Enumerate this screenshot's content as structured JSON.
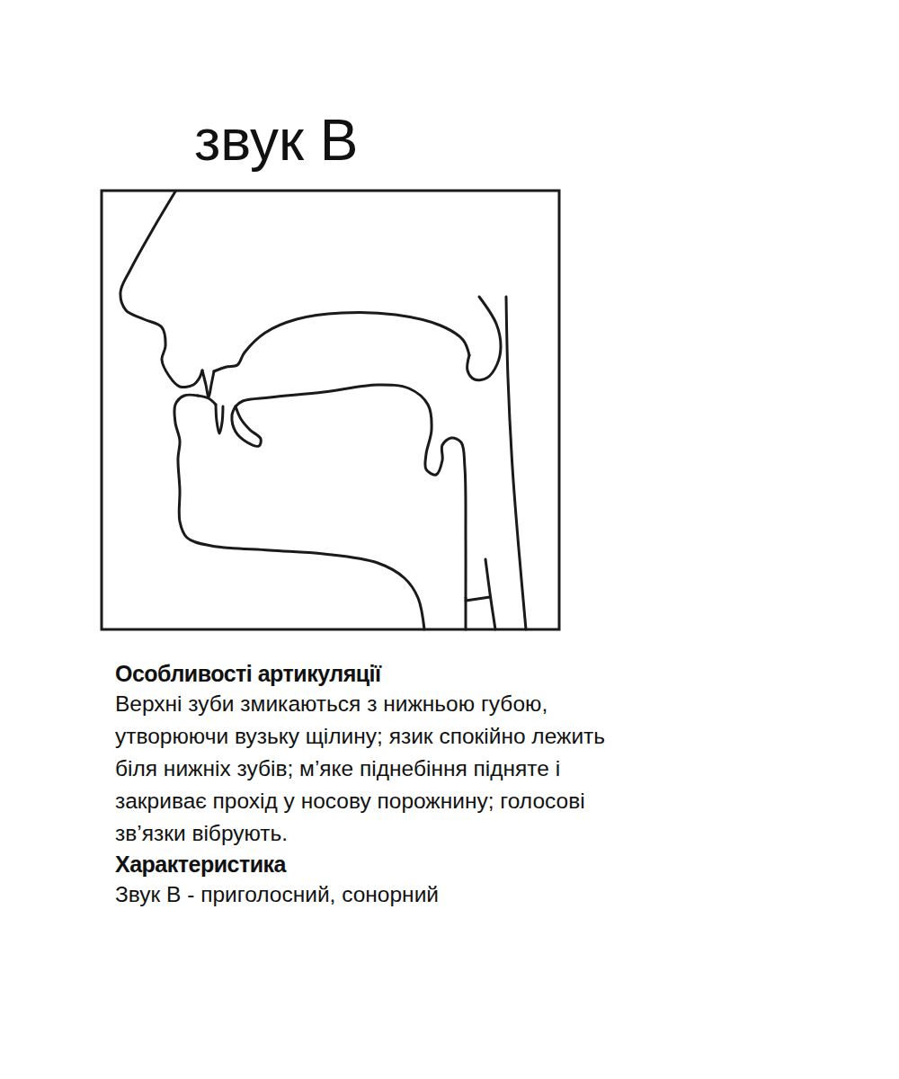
{
  "diagram": {
    "title": "звук В",
    "labels": [
      "Особливості артикуляції",
      "Верхні зуби змикаються з нижньою губою, утворюючи вузьку щілину; язик спокійно лежить біля нижніх зубів; м’яке піднебіння підняте і закриває прохід у носову порожнину; голосові зв’язки вібрують.",
      "Характеристика",
      "Звук В - приголосний, сонорний"
    ]
  }
}
